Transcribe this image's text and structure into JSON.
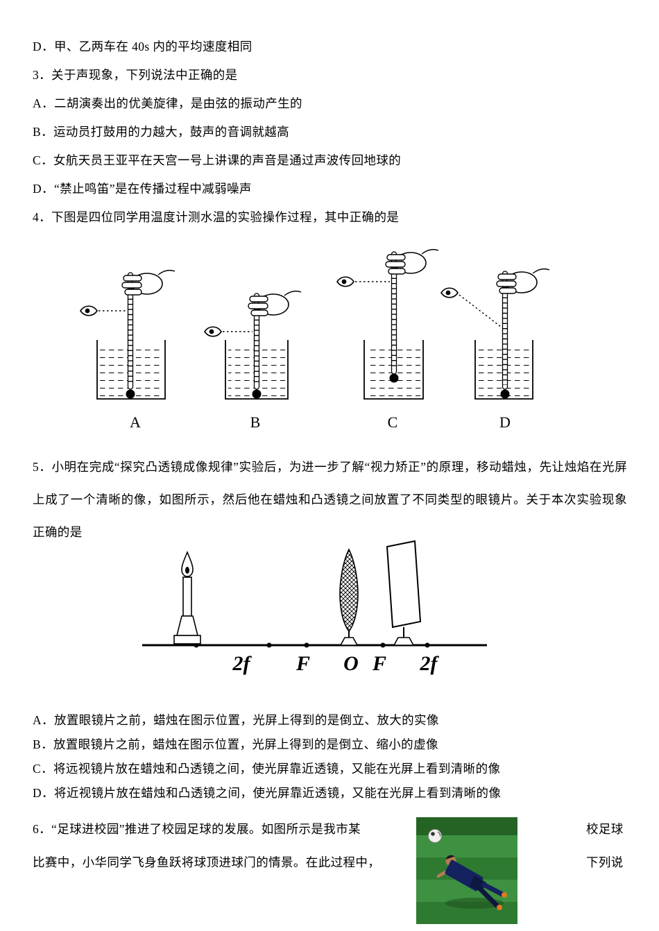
{
  "colors": {
    "text": "#000000",
    "photo_green_dark": "#2f7a31",
    "photo_green_light": "#3f9142",
    "player_kit_navy": "#14235f",
    "boot_orange": "#e07a1e"
  },
  "doc": {
    "q2_option_d": "D．甲、乙两车在 40s 内的平均速度相同",
    "q3": {
      "stem": "3．关于声现象，下列说法中正确的是",
      "options": [
        "A．二胡演奏出的优美旋律，是由弦的振动产生的",
        "B．运动员打鼓用的力越大，鼓声的音调就越高",
        "C．女航天员王亚平在天宫一号上讲课的声音是通过声波传回地球的",
        "D．“禁止鸣笛”是在传播过程中减弱噪声"
      ]
    },
    "q4": {
      "stem": "4．下图是四位同学用温度计测水温的实验操作过程，其中正确的是",
      "figure": {
        "labels": [
          "A",
          "B",
          "C",
          "D"
        ],
        "icons": [
          "eye-icon",
          "hand-icon",
          "thermometer-icon",
          "beaker-icon"
        ]
      }
    },
    "q5": {
      "stem": "5．小明在完成“探究凸透镜成像规律”实验后，为进一步了解“视力矫正”的原理，移动蜡烛，先让烛焰在光屏上成了一个清晰的像，如图所示，然后他在蜡烛和凸透镜之间放置了不同类型的眼镜片。关于本次实验现象正确的是",
      "axis_labels": [
        "2f",
        "F",
        "O",
        "F",
        "2f"
      ],
      "options": [
        "A．放置眼镜片之前，蜡烛在图示位置，光屏上得到的是倒立、放大的实像",
        "B．放置眼镜片之前，蜡烛在图示位置，光屏上得到的是倒立、缩小的虚像",
        "C．将远视镜片放在蜡烛和凸透镜之间，使光屏靠近透镜，又能在光屏上看到清晰的像",
        "D．将近视镜片放在蜡烛和凸透镜之间，使光屏靠近透镜，又能在光屏上看到清晰的像"
      ]
    },
    "q6": {
      "line1_left": "6．“足球进校园”推进了校园足球的发展。如图所示是我市某",
      "line1_right": "校足球",
      "line2_left": "比赛中，小华同学飞身鱼跃将球顶进球门的情景。在此过程中，",
      "line2_right": "下列说"
    }
  }
}
